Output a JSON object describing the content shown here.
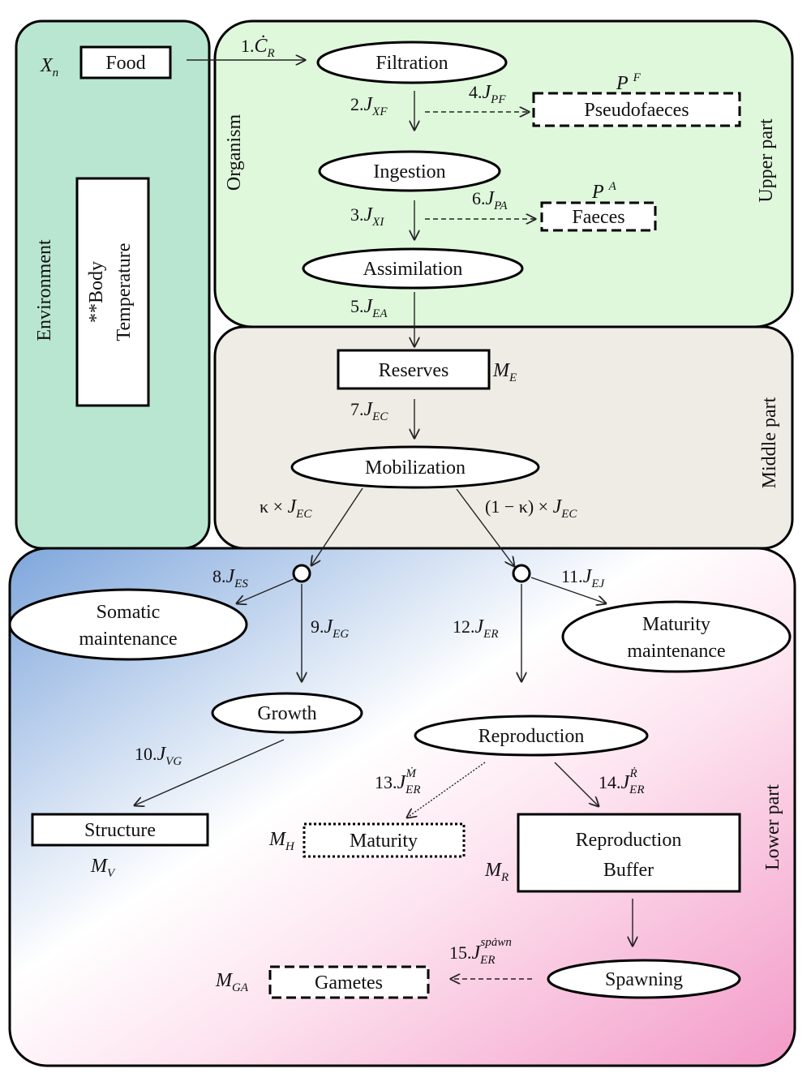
{
  "regions": {
    "environment": "Environment",
    "organism": "Organism",
    "upper": "Upper part",
    "middle": "Middle part",
    "lower": "Lower part"
  },
  "environment": {
    "food": "Food",
    "food_var": "X",
    "food_var_sub": "n",
    "body_temperature_line1": "**Body",
    "body_temperature_line2": "Temperature"
  },
  "nodes": {
    "filtration": "Filtration",
    "pseudofaeces": "Pseudofaeces",
    "pseudofaeces_var": "P",
    "pseudofaeces_var_sup": "F",
    "ingestion": "Ingestion",
    "faeces": "Faeces",
    "faeces_var": "P",
    "faeces_var_sup": "A",
    "assimilation": "Assimilation",
    "reserves": "Reserves",
    "reserves_var": "M",
    "reserves_var_sub": "E",
    "mobilization": "Mobilization",
    "somatic_line1": "Somatic",
    "somatic_line2": "maintenance",
    "maturity_maint_line1": "Maturity",
    "maturity_maint_line2": "maintenance",
    "growth": "Growth",
    "reproduction": "Reproduction",
    "structure": "Structure",
    "structure_var": "M",
    "structure_var_sub": "V",
    "maturity": "Maturity",
    "maturity_var": "M",
    "maturity_var_sub": "H",
    "buffer_line1": "Reproduction",
    "buffer_line2": "Buffer",
    "buffer_var": "M",
    "buffer_var_sub": "R",
    "spawning": "Spawning",
    "gametes": "Gametes",
    "gametes_var": "M",
    "gametes_var_sub": "GA"
  },
  "flows": {
    "f1_num": "1.",
    "f1_var": "Ċ",
    "f1_sub": "R",
    "f2_num": "2.",
    "f2_var": "J",
    "f2_sub": "XF",
    "f3_num": "3.",
    "f3_var": "J",
    "f3_sub": "XI",
    "f4_num": "4.",
    "f4_var": "J",
    "f4_sub": "PF",
    "f5_num": "5.",
    "f5_var": "J",
    "f5_sub": "EA",
    "f6_num": "6.",
    "f6_var": "J",
    "f6_sub": "PA",
    "f7_num": "7.",
    "f7_var": "J",
    "f7_sub": "EC",
    "kappa_left": "κ × ",
    "kappa_left_var": "J",
    "kappa_left_sub": "EC",
    "kappa_right": "(1 − κ) × ",
    "kappa_right_var": "J",
    "kappa_right_sub": "EC",
    "f8_num": "8.",
    "f8_var": "J",
    "f8_sub": "ES",
    "f9_num": "9.",
    "f9_var": "J",
    "f9_sub": "EG",
    "f10_num": "10.",
    "f10_var": "J",
    "f10_sub": "VG",
    "f11_num": "11.",
    "f11_var": "J",
    "f11_sub": "EJ",
    "f12_num": "12.",
    "f12_var": "J",
    "f12_sub": "ER",
    "f13_num": "13.",
    "f13_var": "J",
    "f13_sub": "ER",
    "f13_sup": "Ṁ",
    "f14_num": "14.",
    "f14_var": "J",
    "f14_sub": "ER",
    "f14_sup": "Ṙ",
    "f15_num": "15.",
    "f15_var": "J",
    "f15_sub": "ER",
    "f15_sup": "spȧwn"
  },
  "colors": {
    "environment_fill": "#b9e6d0",
    "upper_fill": "#dff8dc",
    "middle_fill": "#efece6",
    "lower_blue": "#7ea6dc",
    "lower_pink": "#f39ac8"
  }
}
